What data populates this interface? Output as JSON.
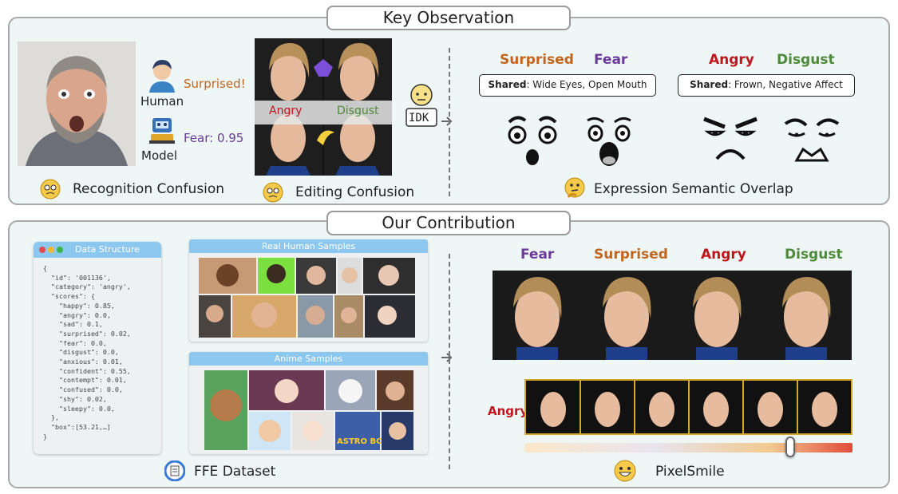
{
  "top": {
    "title": "Key Observation",
    "left": {
      "human_label": "Human",
      "human_says": "Surprised!",
      "model_label": "Model",
      "model_says": "Fear: 0.95",
      "caption": "Recognition Confusion"
    },
    "middle": {
      "label_angry": "Angry",
      "label_disgust": "Disgust",
      "caption": "Editing Confusion",
      "idk": "IDK"
    },
    "right": {
      "emotions": [
        "Surprised",
        "Fear",
        "Angry",
        "Disgust"
      ],
      "shared_1_key": "Shared",
      "shared_1_val": ": Wide Eyes, Open Mouth",
      "shared_2_key": "Shared",
      "shared_2_val": ": Frown, Negative Affect",
      "caption": "Expression Semantic Overlap"
    }
  },
  "bottom": {
    "title": "Our Contribution",
    "data_structure": {
      "header": "Data Structure",
      "lines": [
        "{",
        "  \"id\": '001136',",
        "  \"category\": 'angry',",
        "  \"scores\": {",
        "    \"happy\": 0.85,",
        "    \"angry\": 0.0,",
        "    \"sad\": 0.1,",
        "    \"surprised\": 0.02,",
        "    \"fear\": 0.0,",
        "    \"disgust\": 0.0,",
        "    \"anxious\": 0.01,",
        "    \"confident\": 0.55,",
        "    \"contempt\": 0.01,",
        "    \"confused\": 0.0,",
        "    \"shy\": 0.02,",
        "    \"sleepy\": 0.0,",
        "  },",
        "  \"box\":[53.21,…]",
        "}"
      ]
    },
    "real_samples": "Real Human Samples",
    "anime_samples": "Anime Samples",
    "dataset_caption": "FFE Dataset",
    "result_labels": [
      "Fear",
      "Surprised",
      "Angry",
      "Disgust"
    ],
    "slider_label": "Angry",
    "method_caption": "PixelSmile",
    "intensity_level": 0.81
  },
  "colors": {
    "surprised": "#c0661f",
    "fear": "#6a3b9a",
    "angry": "#c0161c",
    "disgust": "#4e8a3a",
    "panel_bg": "#eef6f6",
    "frame": "#d4a72c"
  }
}
